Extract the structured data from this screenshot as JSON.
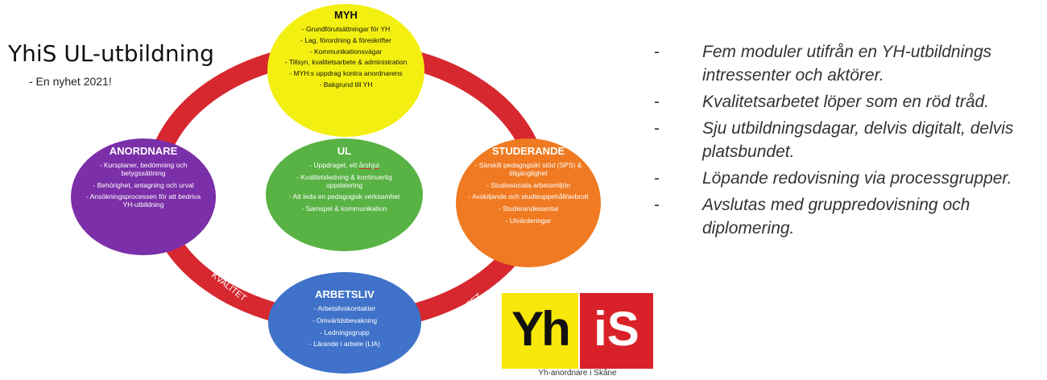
{
  "header": {
    "title": "YhiS UL-utbildning",
    "subtitle": "- En nyhet 2021!"
  },
  "ring": {
    "label": "KVALITET",
    "color": "#d7282f"
  },
  "circles": {
    "myh": {
      "title": "MYH",
      "color": "#f3ef10",
      "items": [
        "- Grundförutsättningar för YH",
        "- Lag, förordning & föreskrifter",
        "- Kommunikationsvägar",
        "- Tillsyn, kvalitetsarbete & administration",
        "- MYH:s uppdrag kontra anordnarens",
        "- Bakgrund till YH"
      ]
    },
    "anordnare": {
      "title": "ANORDNARE",
      "color": "#7b2fa8",
      "items": [
        "- Kursplaner, bedömning och betygssättning",
        "- Behörighet, antagning och urval",
        "- Ansökningsprocessen för att bedriva YH-utbildning"
      ]
    },
    "ul": {
      "title": "UL",
      "color": "#58b244",
      "item1_prefix": "- Uppdraget, ett ",
      "item1_underlined": "årshjul",
      "items": [
        "- Kvalitetsledning & kontinuerlig uppdatering",
        "- Att leda en pedagogisk verksamhet",
        "- Samspel & kommunikation"
      ]
    },
    "studerande": {
      "title": "STUDERANDE",
      "color": "#ef7a22",
      "items": [
        "- Särskilt pedagogiskt stöd (SPS) & tillgänglighet",
        "- Studiesociala arbetsmiljön",
        "- Avskiljande och studieuppehåll/avbrott",
        "- Studerandesamtal",
        "- Utvärderingar"
      ]
    },
    "arbetsliv": {
      "title": "ARBETSLIV",
      "color": "#3f72c8",
      "items": [
        "- Arbetslivskontakter",
        "- Omvärldsbevakning",
        "- Ledningsgrupp",
        "- Lärande i arbete (LIA)"
      ]
    }
  },
  "bullets": [
    "Fem moduler utifrån en YH-utbildnings intressenter och aktörer.",
    "Kvalitetsarbetet löper som en röd tråd.",
    "Sju utbildningsdagar, delvis digitalt, delvis platsbundet.",
    "Löpande redovisning via processgrupper.",
    "Avslutas med gruppredovisning och diplomering."
  ],
  "bullet_dash": "-",
  "logo": {
    "left_text": "Yh",
    "right_text": "iS",
    "caption": "Yh-anordnare i Skåne"
  }
}
